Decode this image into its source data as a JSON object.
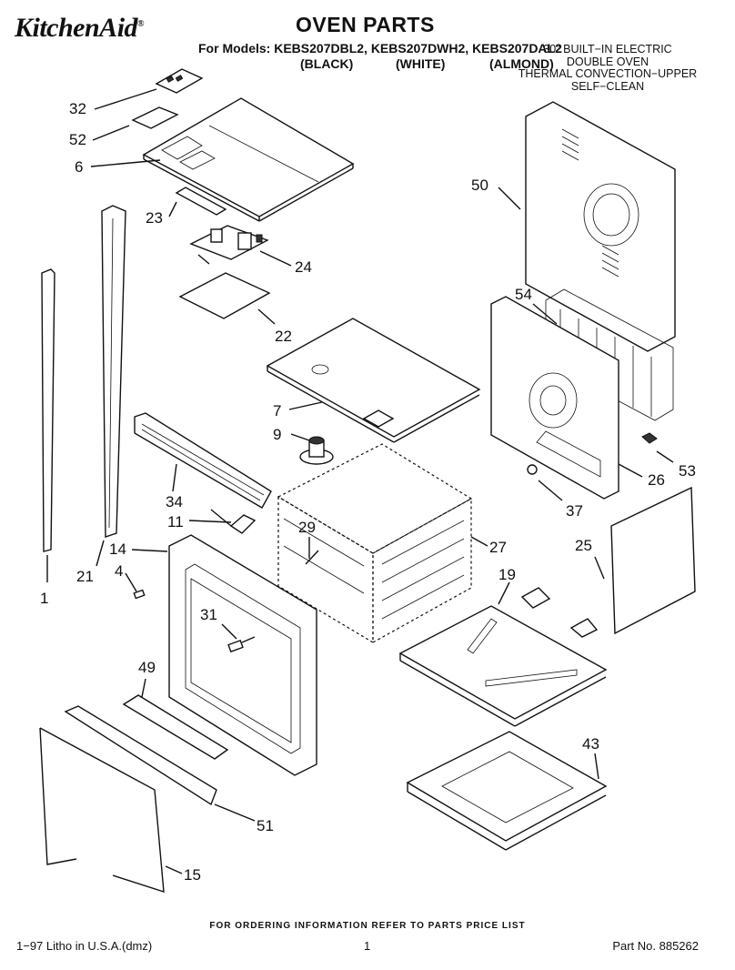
{
  "header": {
    "brand": "KitchenAid",
    "brand_mark": "®",
    "title": "OVEN PARTS",
    "models_line": "For Models: KEBS207DBL2, KEBS207DWH2, KEBS207DAL2",
    "color_black": "(BLACK)",
    "color_white": "(WHITE)",
    "color_almond": "(ALMOND)",
    "description": [
      "30\" BUILT−IN ELECTRIC",
      "DOUBLE OVEN",
      "THERMAL CONVECTION−UPPER",
      "SELF−CLEAN"
    ]
  },
  "callouts": {
    "c32": "32",
    "c52": "52",
    "c6": "6",
    "c23": "23",
    "c24": "24",
    "c22": "22",
    "c50": "50",
    "c54": "54",
    "c7": "7",
    "c9": "9",
    "c26": "26",
    "c53": "53",
    "c37": "37",
    "c34": "34",
    "c11": "11",
    "c29": "29",
    "c27": "27",
    "c14": "14",
    "c21": "21",
    "c4": "4",
    "c1": "1",
    "c25": "25",
    "c19": "19",
    "c31": "31",
    "c49": "49",
    "c43": "43",
    "c51": "51",
    "c15": "15"
  },
  "footer": {
    "ordering": "FOR ORDERING INFORMATION REFER TO PARTS PRICE LIST",
    "litho": "1−97 Litho in U.S.A.(dmz)",
    "page": "1",
    "part_no": "Part No. 885262"
  }
}
